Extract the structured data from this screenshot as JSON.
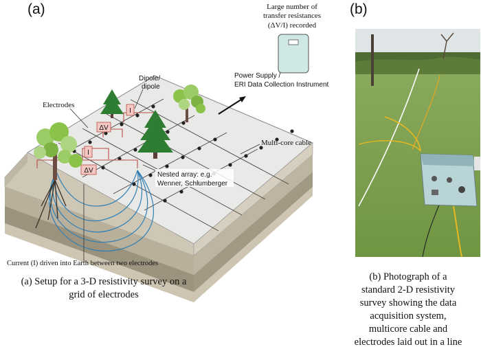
{
  "panel_a": {
    "label": "(a)",
    "caption_line1": "(a) Setup for a 3-D resistivity survey on a",
    "caption_line2": "grid of electrodes",
    "labels": {
      "electrodes": "Electrodes",
      "dipole_line1": "Dipole/",
      "dipole_line2": "dipole",
      "current_symbol": "I",
      "delta_v": "ΔV",
      "multicore_cable": "Multi-core cable",
      "nested_line1": "Nested array: e.g.",
      "nested_line2": "Wenner, Schlumberger",
      "power_supply_line1": "Power Supply /",
      "power_supply_line2": "ERI Data Collection Instrument",
      "transfer_line1": "Large number of",
      "transfer_line2": "transfer resistances",
      "transfer_line3": "(ΔV/I) recorded",
      "current_note": "Current (I) driven into Earth between two electrodes"
    }
  },
  "panel_b": {
    "label": "(b)",
    "caption_lines": [
      "(b) Photograph of a",
      "standard 2-D resistivity",
      "survey showing the data",
      "acquisition system,",
      "multicore cable and",
      "electrodes laid out in a line"
    ]
  },
  "colors": {
    "grass": "#7fa451",
    "sky": "#dfe4e7",
    "tree_dark": "#2e7d32",
    "soil_top": "#c9c0ae",
    "soil_mid": "#a09682",
    "current_lines": "#2f7fb5",
    "dv_box": "#f4c7c3",
    "instrument": "#cfe7e5",
    "cable_yellow": "#e8b820"
  }
}
